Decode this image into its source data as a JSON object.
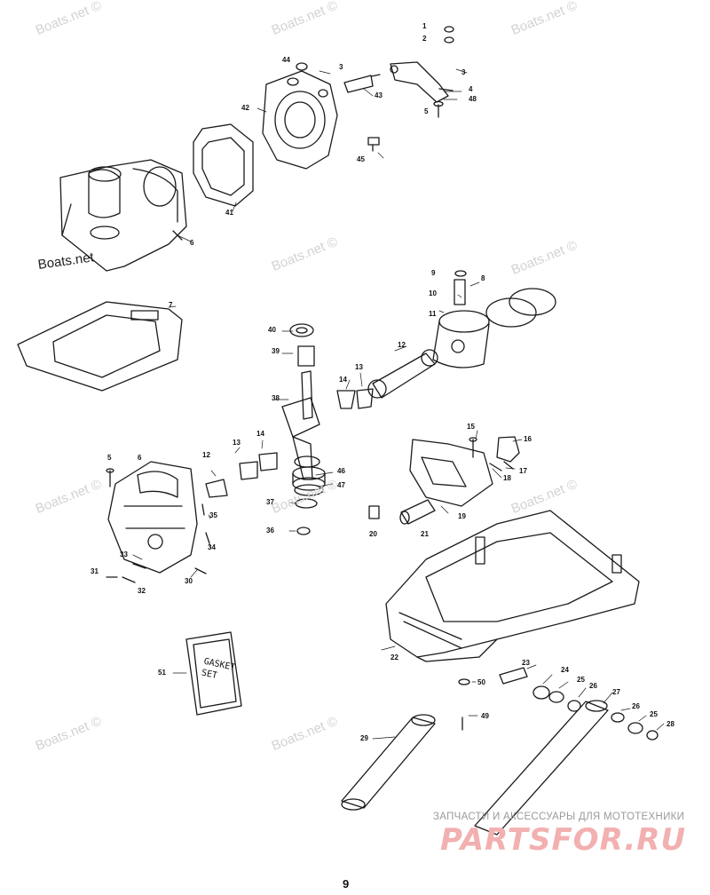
{
  "diagram": {
    "page_number": "9",
    "watermark_text": "Boats.net ©",
    "watermark_first": "Boats.net",
    "brand_tagline": "ЗАПЧАСТИ И АКСЕССУАРЫ ДЛЯ МОТОТЕХНИКИ",
    "brand_logo": "PARTSFOR.RU",
    "gasket_box_text": "GASKET SET",
    "colors": {
      "line": "#1a1a1a",
      "watermark": "#d2d2d2",
      "brand": "#f2b0b0"
    },
    "callouts": [
      "1",
      "2",
      "3",
      "44",
      "3",
      "4",
      "48",
      "43",
      "5",
      "42",
      "45",
      "41",
      "6",
      "9",
      "8",
      "10",
      "11",
      "7",
      "40",
      "39",
      "12",
      "13",
      "14",
      "38",
      "15",
      "16",
      "17",
      "18",
      "5",
      "6",
      "12",
      "13",
      "14",
      "46",
      "47",
      "19",
      "37",
      "36",
      "20",
      "21",
      "35",
      "34",
      "33",
      "31",
      "32",
      "30",
      "22",
      "51",
      "23",
      "50",
      "24",
      "25",
      "26",
      "27",
      "49",
      "29",
      "26",
      "25",
      "28"
    ]
  }
}
